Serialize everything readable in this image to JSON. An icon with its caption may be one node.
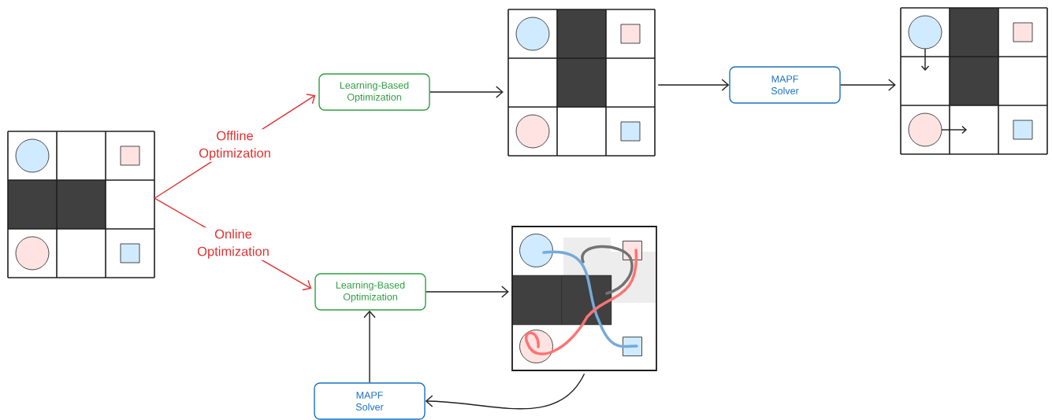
{
  "diagram": {
    "nodes": [
      {
        "text": [],
        "shape": "picture"
      },
      {
        "text": [
          "Learning-Based Optimization"
        ]
      },
      {
        "text": [],
        "shape": "picture"
      },
      {
        "text": [
          "MAPF Solver"
        ]
      },
      {
        "text": [],
        "shape": "picture"
      },
      {
        "text": [
          "Learning-Based Optimization"
        ]
      },
      {
        "text": [],
        "shape": "picture"
      },
      {
        "text": [
          "MAPF Solver"
        ]
      }
    ],
    "edges": [
      {
        "from": 0,
        "to": 1,
        "arrow": "to",
        "label": "Offline Optimization",
        "color": "#e03131"
      },
      {
        "from": 0,
        "to": 5,
        "arrow": "to",
        "label": "Online Optimization",
        "color": "#e03131"
      },
      {
        "from": 1,
        "to": 2,
        "arrow": "to"
      },
      {
        "from": 2,
        "to": 3,
        "arrow": "to"
      },
      {
        "from": 3,
        "to": 4,
        "arrow": "to"
      },
      {
        "from": 5,
        "to": 6,
        "arrow": "to"
      },
      {
        "from": 6,
        "to": 7,
        "arrow": "to"
      },
      {
        "from": 7,
        "to": 5,
        "arrow": "to"
      }
    ]
  }
}
